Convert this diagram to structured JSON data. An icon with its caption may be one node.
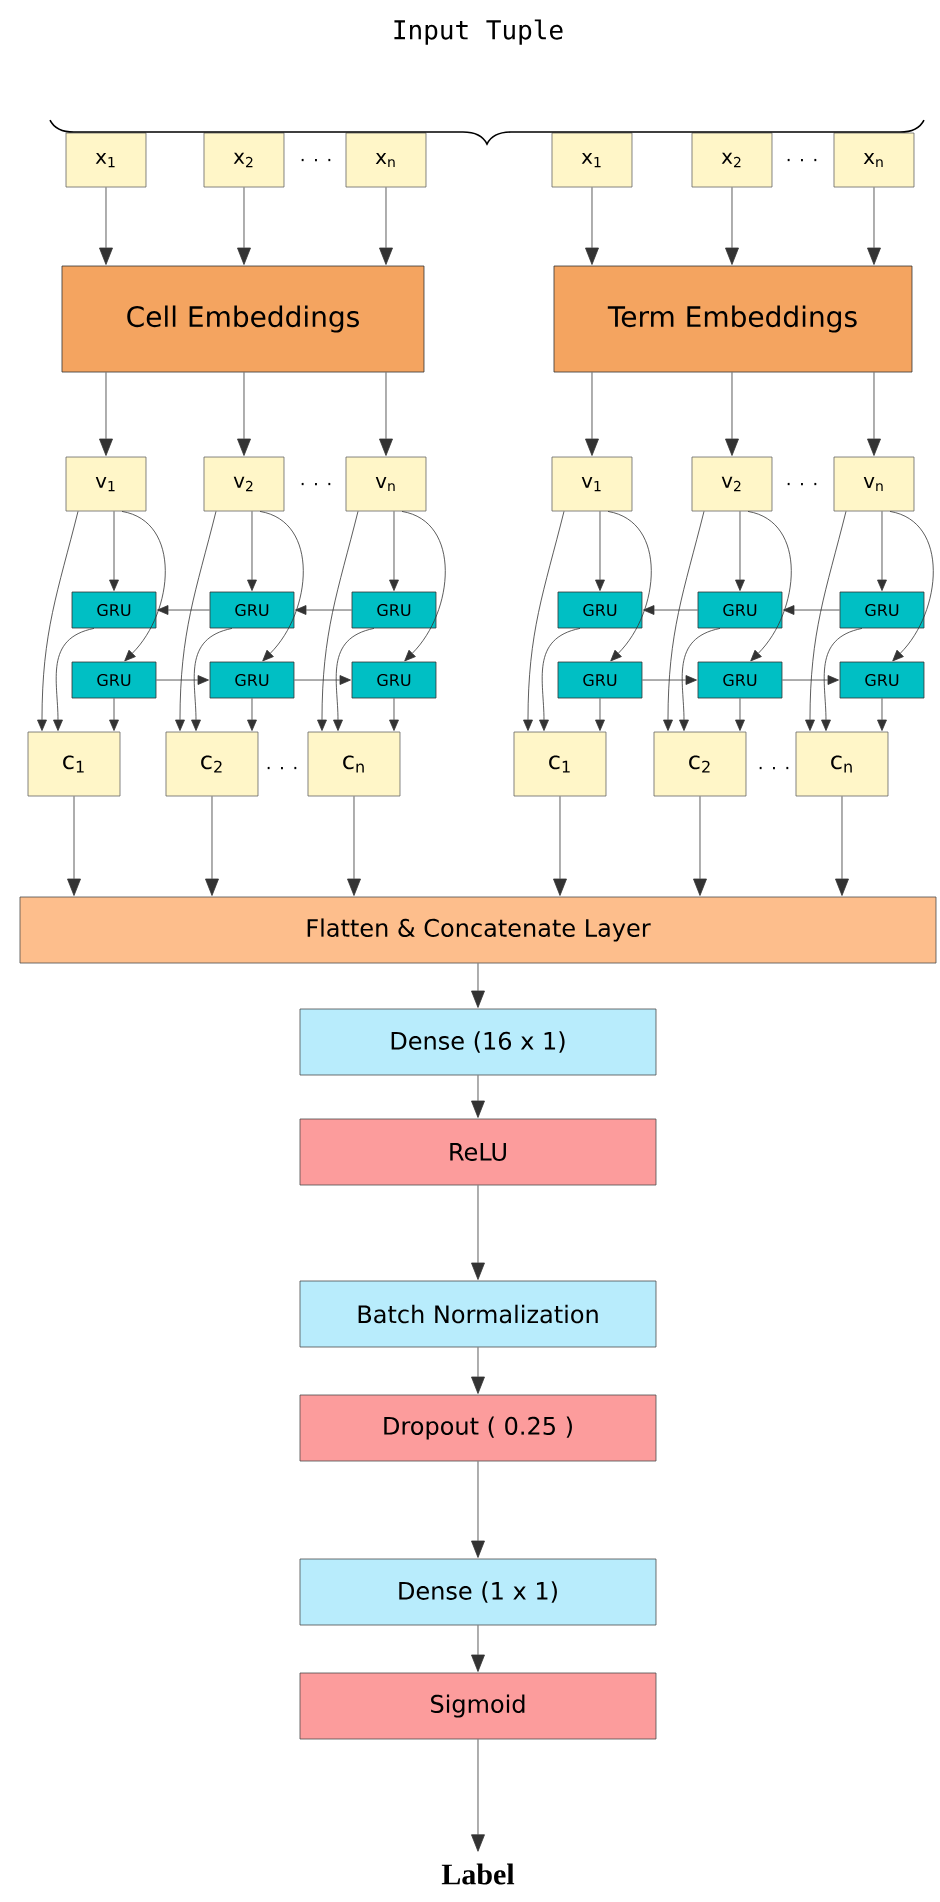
{
  "diagram": {
    "nodes": [
      {
        "text": [
          "x$_{1}$"
        ]
      },
      {
        "text": [
          "x$_{2}$"
        ]
      },
      {
        "text": [
          "x$_{n}$"
        ]
      },
      {
        "text": [
          "x$_{1}$"
        ]
      },
      {
        "text": [
          "x$_{2}$"
        ]
      },
      {
        "text": [
          "x$_{n}$"
        ]
      },
      {
        "text": [
          "Cell Embeddings"
        ]
      },
      {
        "text": [
          "Term Embeddings"
        ]
      },
      {
        "text": [
          "v$_{1}$"
        ]
      },
      {
        "text": [
          "v$_{2}$"
        ]
      },
      {
        "text": [
          "v$_{n}$"
        ]
      },
      {
        "text": [
          "v$_{1}$"
        ]
      },
      {
        "text": [
          "v$_{2}$"
        ]
      },
      {
        "text": [
          "v$_{n}$"
        ]
      },
      {
        "text": [
          "GRU"
        ]
      },
      {
        "text": [
          "GRU"
        ]
      },
      {
        "text": [
          "GRU"
        ]
      },
      {
        "text": [
          "GRU"
        ]
      },
      {
        "text": [
          "GRU"
        ]
      },
      {
        "text": [
          "GRU"
        ]
      },
      {
        "text": [
          "GRU"
        ]
      },
      {
        "text": [
          "GRU"
        ]
      },
      {
        "text": [
          "GRU"
        ]
      },
      {
        "text": [
          "GRU"
        ]
      },
      {
        "text": [
          "GRU"
        ]
      },
      {
        "text": [
          "GRU"
        ]
      },
      {
        "text": [
          "c$_{1}$"
        ]
      },
      {
        "text": [
          "c$_{2}$"
        ]
      },
      {
        "text": [
          "c$_{n}$"
        ]
      },
      {
        "text": [
          "c$_{1}$"
        ]
      },
      {
        "text": [
          "c$_{2}$"
        ]
      },
      {
        "text": [
          "c$_{n}$"
        ]
      },
      {
        "text": [
          "Flatten & Concatenate Layer"
        ]
      },
      {
        "text": [
          "Dense (16 x 1)"
        ]
      },
      {
        "text": [
          "ReLU"
        ]
      },
      {
        "text": [
          "Batch Normalization"
        ]
      },
      {
        "text": [
          "Dropout ( 0.25 )"
        ]
      },
      {
        "text": [
          "Dense (1 x 1)"
        ]
      },
      {
        "text": [
          "Sigmoid"
        ]
      },
      {
        "text": [
          "Label"
        ]
      }
    ],
    "edges": [
      {
        "from": 0,
        "to": 6,
        "arrow": "to"
      },
      {
        "from": 1,
        "to": 6,
        "arrow": "to"
      },
      {
        "from": 2,
        "to": 6,
        "arrow": "to"
      },
      {
        "from": 3,
        "to": 7,
        "arrow": "to"
      },
      {
        "from": 4,
        "to": 7,
        "arrow": "to"
      },
      {
        "from": 5,
        "to": 7,
        "arrow": "to"
      },
      {
        "from": 6,
        "to": 8,
        "arrow": "to"
      },
      {
        "from": 6,
        "to": 9,
        "arrow": "to"
      },
      {
        "from": 6,
        "to": 10,
        "arrow": "to"
      },
      {
        "from": 7,
        "to": 11,
        "arrow": "to"
      },
      {
        "from": 7,
        "to": 12,
        "arrow": "to"
      },
      {
        "from": 7,
        "to": 13,
        "arrow": "to"
      },
      {
        "from": 8,
        "to": 14,
        "arrow": "to"
      },
      {
        "from": 9,
        "to": 15,
        "arrow": "to"
      },
      {
        "from": 10,
        "to": 16,
        "arrow": "to"
      },
      {
        "from": 11,
        "to": 17,
        "arrow": "to"
      },
      {
        "from": 12,
        "to": 18,
        "arrow": "to"
      },
      {
        "from": 13,
        "to": 19,
        "arrow": "to"
      },
      {
        "from": 8,
        "to": 20,
        "arrow": "to"
      },
      {
        "from": 9,
        "to": 21,
        "arrow": "to"
      },
      {
        "from": 10,
        "to": 22,
        "arrow": "to"
      },
      {
        "from": 11,
        "to": 23,
        "arrow": "to"
      },
      {
        "from": 12,
        "to": 24,
        "arrow": "to"
      },
      {
        "from": 13,
        "to": 25,
        "arrow": "to"
      },
      {
        "from": 8,
        "to": 26,
        "arrow": "to"
      },
      {
        "from": 9,
        "to": 27,
        "arrow": "to"
      },
      {
        "from": 10,
        "to": 28,
        "arrow": "to"
      },
      {
        "from": 11,
        "to": 29,
        "arrow": "to"
      },
      {
        "from": 12,
        "to": 30,
        "arrow": "to"
      },
      {
        "from": 13,
        "to": 31,
        "arrow": "to"
      },
      {
        "from": 15,
        "to": 14,
        "arrow": "to"
      },
      {
        "from": 16,
        "to": 15,
        "arrow": "to"
      },
      {
        "from": 18,
        "to": 17,
        "arrow": "to"
      },
      {
        "from": 19,
        "to": 18,
        "arrow": "to"
      },
      {
        "from": 20,
        "to": 21,
        "arrow": "to"
      },
      {
        "from": 21,
        "to": 22,
        "arrow": "to"
      },
      {
        "from": 23,
        "to": 24,
        "arrow": "to"
      },
      {
        "from": 24,
        "to": 25,
        "arrow": "to"
      },
      {
        "from": 14,
        "to": 26,
        "arrow": "to"
      },
      {
        "from": 15,
        "to": 27,
        "arrow": "to"
      },
      {
        "from": 16,
        "to": 28,
        "arrow": "to"
      },
      {
        "from": 17,
        "to": 29,
        "arrow": "to"
      },
      {
        "from": 18,
        "to": 30,
        "arrow": "to"
      },
      {
        "from": 19,
        "to": 31,
        "arrow": "to"
      },
      {
        "from": 20,
        "to": 26,
        "arrow": "to"
      },
      {
        "from": 21,
        "to": 27,
        "arrow": "to"
      },
      {
        "from": 22,
        "to": 28,
        "arrow": "to"
      },
      {
        "from": 23,
        "to": 29,
        "arrow": "to"
      },
      {
        "from": 24,
        "to": 30,
        "arrow": "to"
      },
      {
        "from": 25,
        "to": 31,
        "arrow": "to"
      },
      {
        "from": 26,
        "to": 32,
        "arrow": "to"
      },
      {
        "from": 27,
        "to": 32,
        "arrow": "to"
      },
      {
        "from": 28,
        "to": 32,
        "arrow": "to"
      },
      {
        "from": 29,
        "to": 32,
        "arrow": "to"
      },
      {
        "from": 30,
        "to": 32,
        "arrow": "to"
      },
      {
        "from": 31,
        "to": 32,
        "arrow": "to"
      },
      {
        "from": 32,
        "to": 33,
        "arrow": "to"
      },
      {
        "from": 33,
        "to": 34,
        "arrow": "to"
      },
      {
        "from": 34,
        "to": 35,
        "arrow": "to"
      },
      {
        "from": 35,
        "to": 36,
        "arrow": "to"
      },
      {
        "from": 36,
        "to": 37,
        "arrow": "to"
      },
      {
        "from": 37,
        "to": 38,
        "arrow": "to"
      },
      {
        "from": 38,
        "to": 39,
        "arrow": "to"
      }
    ],
    "labels": [
      "Input Tuple",
      ". . .",
      ". . .",
      ". . .",
      ". . .",
      ". . .",
      ". . ."
    ]
  }
}
